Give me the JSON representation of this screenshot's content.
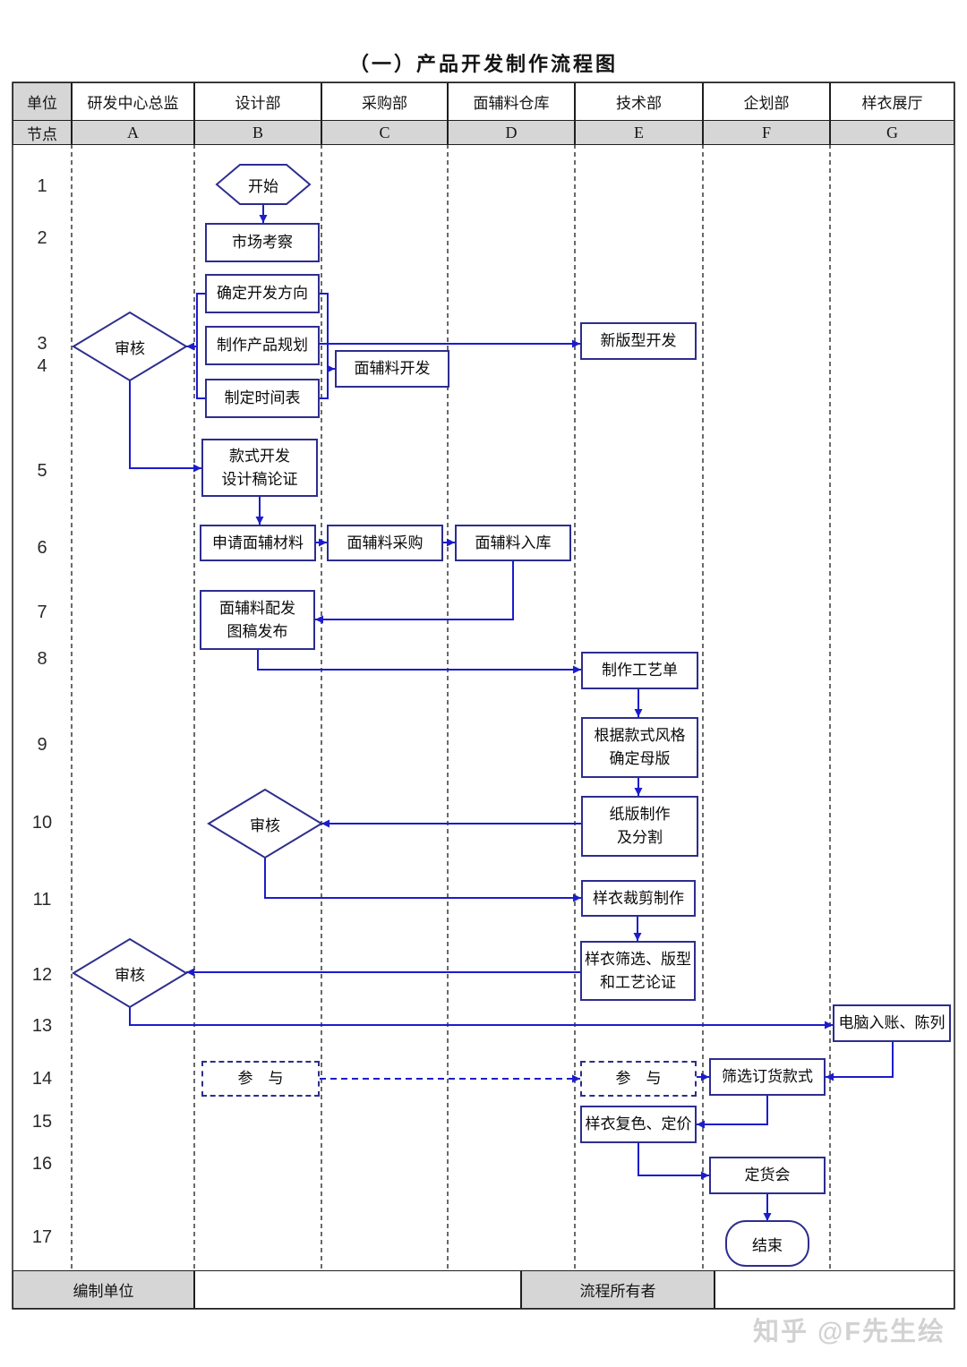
{
  "title": "（一）产品开发制作流程图",
  "colors": {
    "accent-border": "#2d2d8e",
    "arrow": "#1c1ccd",
    "header-fill": "#d6d6d6",
    "watermark": "#d2d2d2"
  },
  "header": {
    "unit_label": "单位",
    "node_label": "节点",
    "departments": [
      "研发中心总监",
      "设计部",
      "采购部",
      "面辅料仓库",
      "技术部",
      "企划部",
      "样衣展厅"
    ],
    "lanes": [
      "A",
      "B",
      "C",
      "D",
      "E",
      "F",
      "G"
    ]
  },
  "row_numbers": [
    "1",
    "2",
    "3",
    "4",
    "5",
    "6",
    "7",
    "8",
    "9",
    "10",
    "11",
    "12",
    "13",
    "14",
    "15",
    "16",
    "17"
  ],
  "nodes": {
    "start": "开始",
    "market_survey": "市场考察",
    "set_direction": "确定开发方向",
    "product_plan": "制作产品规划",
    "set_timetable": "制定时间表",
    "review_1": "审核",
    "fabric_dev": "面辅料开发",
    "new_pattern_dev": "新版型开发",
    "style_dev": "款式开发\n设计稿论证",
    "request_materials": "申请面辅材料",
    "fabric_purchase": "面辅料采购",
    "fabric_warehouse": "面辅料入库",
    "fabric_distribution": "面辅料配发\n图稿发布",
    "craft_sheet": "制作工艺单",
    "master_pattern": "根据款式风格\n确定母版",
    "paper_pattern": "纸版制作\n及分割",
    "review_2": "审核",
    "sample_cutting": "样衣裁剪制作",
    "sample_screening": "样衣筛选、版型\n和工艺论证",
    "review_3": "审核",
    "computer_entry": "电脑入账、陈列",
    "participate_design": "参　与",
    "participate_tech": "参　与",
    "order_style_selection": "筛选订货款式",
    "sample_pricing": "样衣复色、定价",
    "order_meeting": "定货会",
    "end": "结束"
  },
  "footer": {
    "left_label": "编制单位",
    "right_label": "流程所有者"
  },
  "watermark": "知乎 @F先生绘"
}
